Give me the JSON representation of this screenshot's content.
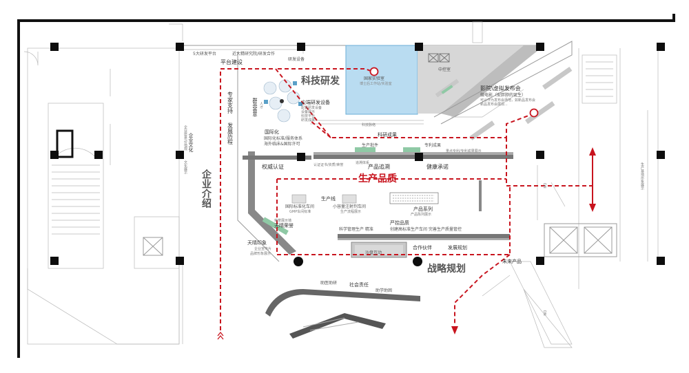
{
  "labels": {
    "research_platform": "5大研发平台",
    "research_institute": "近大精研究院/研发合作",
    "research_equipment": "研发设备",
    "platform_building": "平台建设",
    "tech_rd": "科技研发",
    "national_lab": "国家实验室",
    "national_lab_sub": "博士后工作站/实验室",
    "control_room": "中控室",
    "film_launch": "影院\\虚拟发布会",
    "film_launch_sub1": "微电影（安胖脖的诞生）",
    "film_launch_sub2": "可以作为发布会场地，如新品发布会",
    "film_launch_sub3": "新品发布会展现...",
    "expert_support": "专家支持",
    "dev_history": "发展历程",
    "group_display": "群英荟萃",
    "group_display_sub": "人才",
    "advanced_equipment": "尖端研发设备",
    "advanced_equipment_sub1": "配置研发设备",
    "advanced_equipment_sub2": "设备展示",
    "advanced_equipment_sub3": "科技平台",
    "advanced_equipment_sub4": "研发成果",
    "internationalization": "国际化",
    "internationalization_sub1": "国际化标准/服务体系",
    "internationalization_sub2": "海外临床&国际许可",
    "tech_corridor": "科技脉络",
    "tech_achievements": "科研成果",
    "production_line_top": "生产批件",
    "patent_results": "专利成果",
    "patent_results_sub": "重点专利/专利成果展示",
    "authority_cert": "权威认证",
    "authority_cert_sub": "认证证书/资质/荣誉",
    "product_trace": "产品追溯",
    "product_trace_sub": "追溯体系",
    "health_commitment": "健康承诺",
    "production_quality": "生产品质",
    "production_line": "生产线",
    "intl_production": "国际标准化车间",
    "intl_production_sub": "GMP车间标准",
    "small_dose_line": "小容量注射剂车间",
    "small_dose_line_sub": "生产流程展示",
    "product_series": "产品系列",
    "product_series_sub": "产品陈列展示",
    "tianqing_brand": "天晴荣誉",
    "tianqing_brand_sub": "荣誉展示墙",
    "tianqing_impression": "天晴印象",
    "tianqing_impression_sub1": "企业宣传片",
    "tianqing_impression_sub2": "品牌形象展示",
    "strict_quality": "严控品质",
    "sci_production": "科学管理生产 精准",
    "create_standard": "创建高标准生产车间",
    "quality_control": "完善生产质量管控",
    "sand_table": "沙盘互动",
    "partners": "合作伙伴",
    "dev_planning": "发展规划",
    "strategic_planning": "战略规划",
    "corporate_intro": "企业介绍",
    "corporate_culture": "企业文化",
    "corporate_culture_sub": "企业愿景/价值观",
    "corporate_culture_sub2": "文化展示",
    "assist_research": "助医助研",
    "social_responsibility": "社会责任",
    "assist_learning": "助学助困",
    "future_products": "未来产品",
    "dn1": "DN",
    "dn2": "DN",
    "right_vertical": "生产基地形象展示"
  },
  "colors": {
    "route": "#c8141e",
    "lab_fill": "#b9dcf1",
    "lab_border": "#6aaed6",
    "gray_zone": "#d7d7d7",
    "counter": "#777777",
    "green_panel": "#8fc9a5",
    "wall": "#9a9a9a"
  },
  "icons": {
    "marker_circle": "red-circle-marker-icon",
    "arrow_down": "red-arrow-down-icon",
    "arrow_double": "red-double-arrow-icon",
    "chevron_up": "red-chevron-up-icon"
  }
}
